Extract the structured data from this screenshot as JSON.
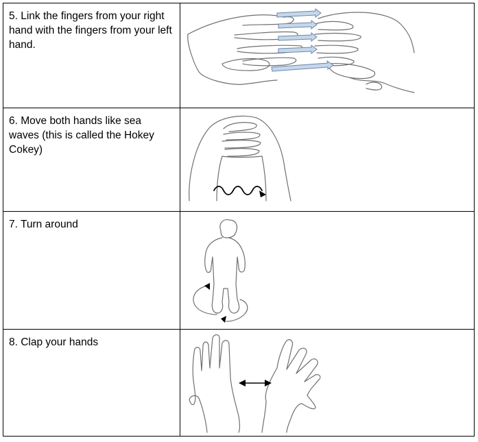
{
  "steps": [
    {
      "text": "5. Link the fingers from your right hand with the fingers from your left hand.",
      "icon": "interlocked-fingers-icon"
    },
    {
      "text": "6. Move both hands like sea waves (this is called the Hokey Cokey)",
      "icon": "wave-hands-icon"
    },
    {
      "text": "7. Turn around",
      "icon": "turn-around-figure-icon"
    },
    {
      "text": "8. Clap your hands",
      "icon": "clapping-hands-icon"
    }
  ],
  "colors": {
    "border": "#000000",
    "line": "#6f6f6f",
    "arrow_fill": "#c5d7ea",
    "arrow_stroke": "#6d86a6"
  }
}
